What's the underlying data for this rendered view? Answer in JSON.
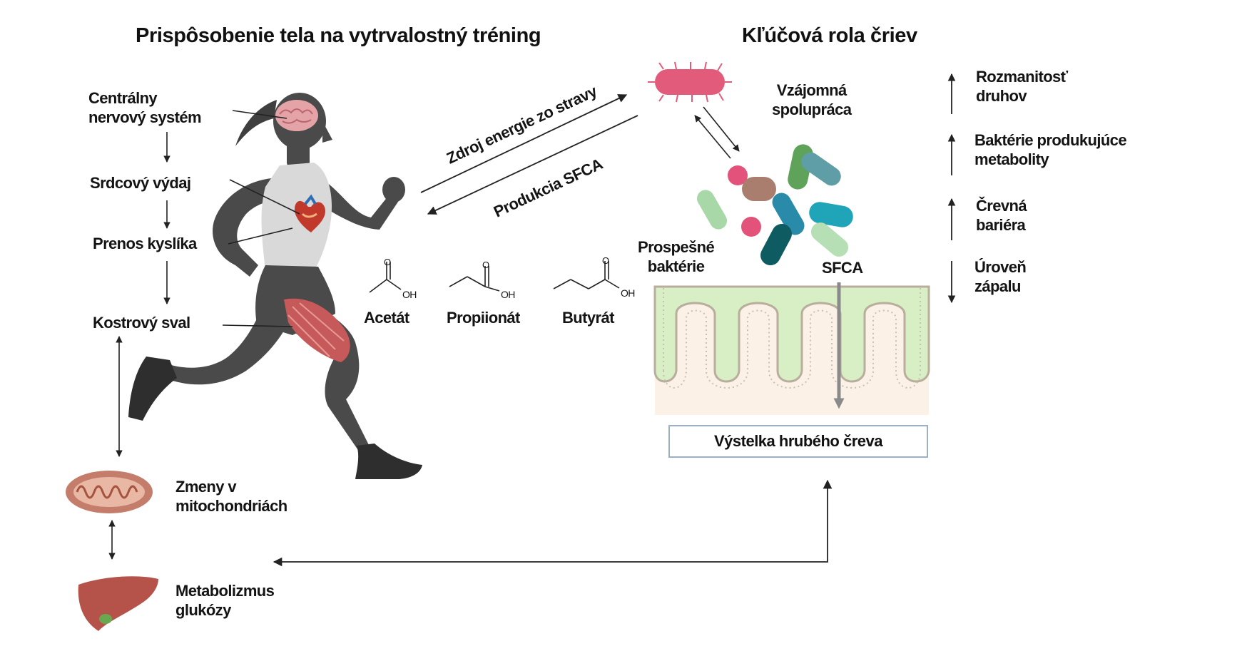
{
  "titles": {
    "left": "Prispôsobenie tela na vytrvalostný tréning",
    "right": "Kľúčová rola čriev"
  },
  "body_chain": {
    "cns": "Centrálny\nnervový systém",
    "cardiac": "Srdcový výdaj",
    "oxygen": "Prenos kyslíka",
    "muscle": "Kostrový sval",
    "mito": "Zmeny v\nmitochondriách",
    "glucose": "Metabolizmus\nglukózy"
  },
  "arrows": {
    "diet": "Zdroj energie zo stravy",
    "scfa_prod": "Produkcia SFCA"
  },
  "molecules": {
    "acetate": "Acetát",
    "propionate": "Propiionát",
    "butyrate": "Butyrát",
    "oh": "OH",
    "o": "O"
  },
  "gut": {
    "cooperation": "Vzájomná\nspolupráca",
    "beneficial": "Prospešné\nbaktérie",
    "scfa": "SFCA",
    "lining": "Výstelka hrubého čreva"
  },
  "effects": [
    {
      "label": "Rozmanitosť\ndruhov",
      "direction": "up"
    },
    {
      "label": "Baktérie produkujúce\nmetabolity",
      "direction": "up"
    },
    {
      "label": "Črevná\nbariéra",
      "direction": "up"
    },
    {
      "label": "Úroveň\nzápalu",
      "direction": "down"
    }
  ],
  "colors": {
    "runner": "#4a4a4a",
    "villi_fill": "#d8efc6",
    "villi_edge": "#b9ad9c",
    "tissue": "#fbf1e6",
    "box_border": "#9db0c4",
    "bacterium_pink": "#e25b7a"
  },
  "icons": [
    "brain-icon",
    "heart-icon",
    "muscle-icon",
    "mitochondrion-icon",
    "liver-icon",
    "bacterium-icon"
  ]
}
